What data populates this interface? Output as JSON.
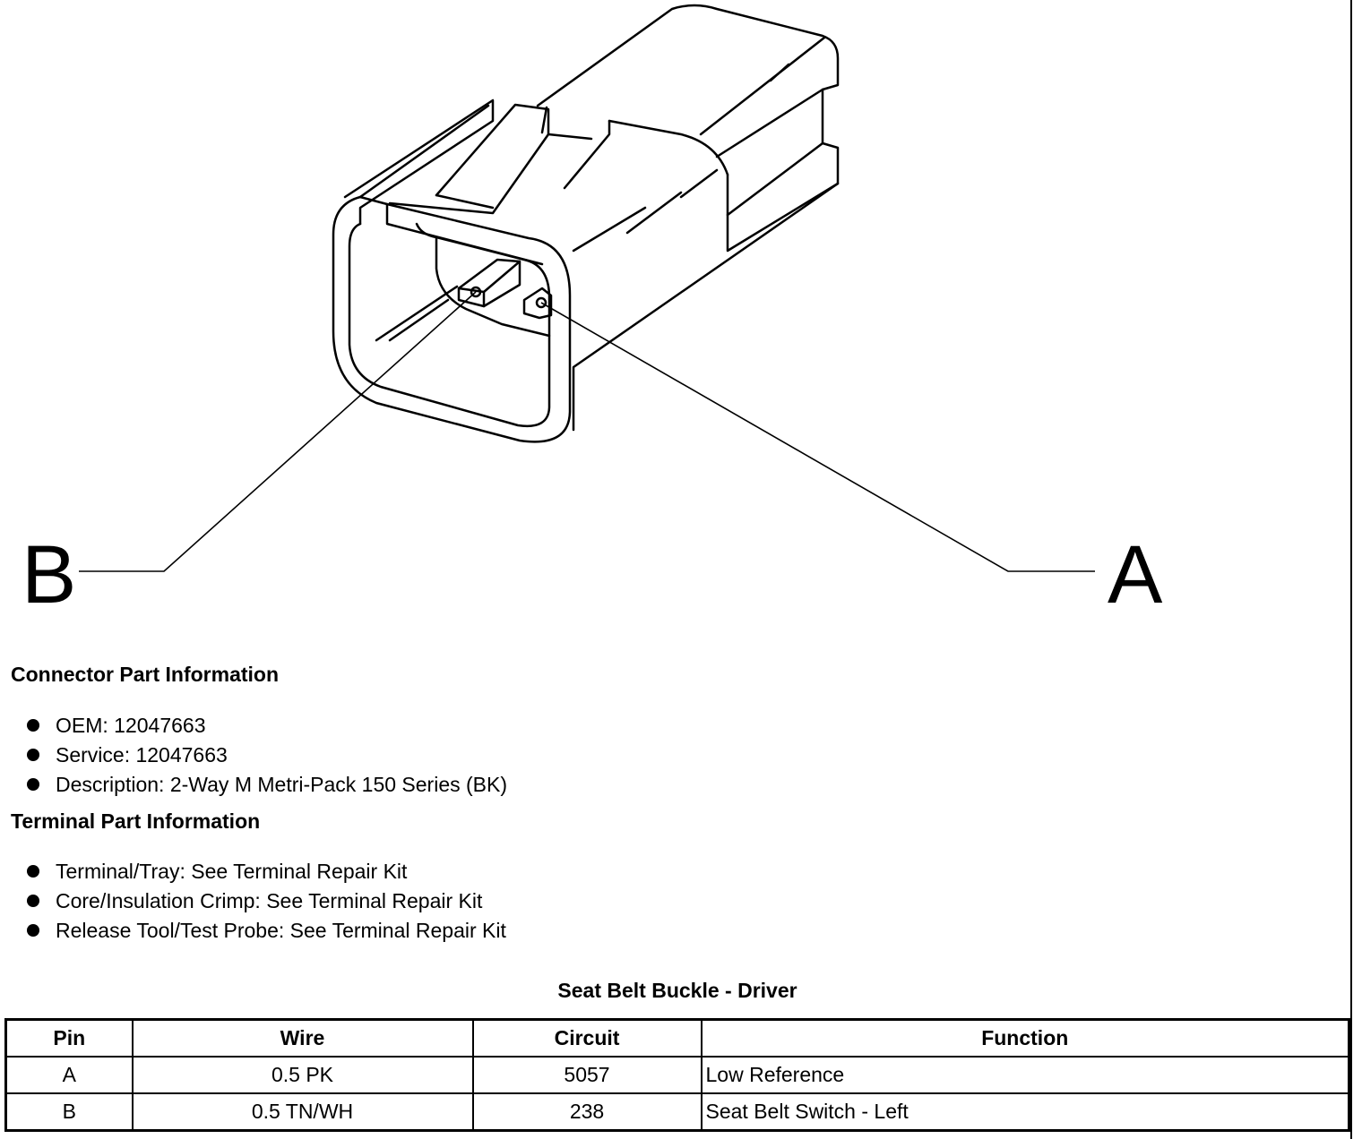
{
  "callouts": {
    "pin_b": "B",
    "pin_a": "A"
  },
  "connector_info": {
    "heading": "Connector Part Information",
    "items": [
      "OEM: 12047663",
      "Service: 12047663",
      "Description: 2-Way M Metri-Pack 150 Series (BK)"
    ]
  },
  "terminal_info": {
    "heading": "Terminal Part Information",
    "items": [
      "Terminal/Tray: See Terminal Repair Kit",
      "Core/Insulation Crimp: See Terminal Repair Kit",
      "Release Tool/Test Probe: See Terminal Repair Kit"
    ]
  },
  "pin_table": {
    "title": "Seat Belt Buckle - Driver",
    "headers": [
      "Pin",
      "Wire",
      "Circuit",
      "Function"
    ],
    "rows": [
      [
        "A",
        "0.5 PK",
        "5057",
        "Low Reference"
      ],
      [
        "B",
        "0.5 TN/WH",
        "238",
        "Seat Belt Switch - Left"
      ]
    ]
  }
}
